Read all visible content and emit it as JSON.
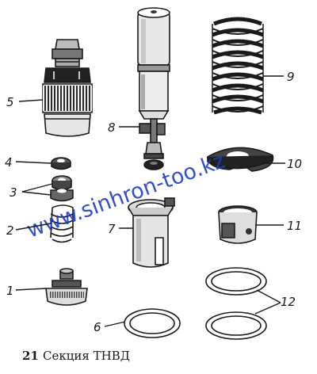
{
  "figure": {
    "caption_number": "21",
    "caption_text": "Секция ТНВД",
    "watermark": "www.sinhron-too.kz"
  },
  "parts": [
    {
      "id": "p1",
      "label": "1"
    },
    {
      "id": "p2",
      "label": "2"
    },
    {
      "id": "p3",
      "label": "3"
    },
    {
      "id": "p4",
      "label": "4"
    },
    {
      "id": "p5",
      "label": "5"
    },
    {
      "id": "p6",
      "label": "6"
    },
    {
      "id": "p7",
      "label": "7"
    },
    {
      "id": "p8",
      "label": "8"
    },
    {
      "id": "p9",
      "label": "9"
    },
    {
      "id": "p10",
      "label": "10"
    },
    {
      "id": "p11",
      "label": "11"
    },
    {
      "id": "p12",
      "label": "12"
    }
  ]
}
